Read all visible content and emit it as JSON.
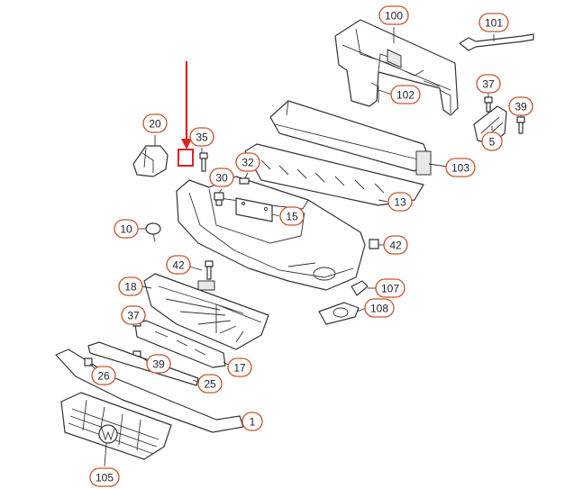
{
  "colors": {
    "callout_border": "#c8502a",
    "arrow": "#e02020",
    "line": "#333333",
    "highlight_box": "#e02020"
  },
  "callouts": [
    {
      "id": "c100",
      "label": "100"
    },
    {
      "id": "c101",
      "label": "101"
    },
    {
      "id": "c102",
      "label": "102"
    },
    {
      "id": "c103",
      "label": "103"
    },
    {
      "id": "c37a",
      "label": "37"
    },
    {
      "id": "c39a",
      "label": "39"
    },
    {
      "id": "c5",
      "label": "5"
    },
    {
      "id": "c20",
      "label": "20"
    },
    {
      "id": "c35",
      "label": "35"
    },
    {
      "id": "c32",
      "label": "32"
    },
    {
      "id": "c30",
      "label": "30"
    },
    {
      "id": "c13",
      "label": "13"
    },
    {
      "id": "c15",
      "label": "15"
    },
    {
      "id": "c10",
      "label": "10"
    },
    {
      "id": "c42a",
      "label": "42"
    },
    {
      "id": "c42b",
      "label": "42"
    },
    {
      "id": "c107",
      "label": "107"
    },
    {
      "id": "c18",
      "label": "18"
    },
    {
      "id": "c108",
      "label": "108"
    },
    {
      "id": "c37b",
      "label": "37"
    },
    {
      "id": "c39b",
      "label": "39"
    },
    {
      "id": "c17",
      "label": "17"
    },
    {
      "id": "c26",
      "label": "26"
    },
    {
      "id": "c25",
      "label": "25"
    },
    {
      "id": "c1",
      "label": "1"
    },
    {
      "id": "c105",
      "label": "105"
    }
  ]
}
